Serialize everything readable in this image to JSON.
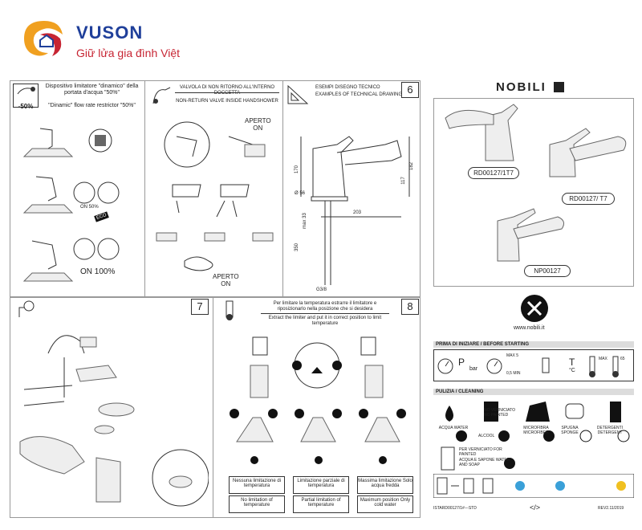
{
  "brand": {
    "name": "VUSON",
    "tagline": "Giữ lửa gia đình Việt",
    "color_primary": "#1f3f9a",
    "color_accent": "#c72533"
  },
  "top_left_panel": {
    "icon_label": "-50%",
    "title_it": "Dispositivo limitatore \"dinamico\" della portata d'acqua \"50%\"",
    "title_en": "\"Dinamic\" flow rate restrictor \"50%\"",
    "on_50": "ON  50%",
    "eco": "ECO",
    "on_100": "ON 100%"
  },
  "valve_panel": {
    "title_it": "VALVOLA DI NON RITORNO ALL'INTERNO DOCCETTA",
    "title_en": "NON-RETURN VALVE INSIDE HANDSHOWER",
    "aperto_on_1": "APERTO\nON",
    "aperto_on_2": "APERTO\nON"
  },
  "tech_panel": {
    "page": "6",
    "title_it": "ESEMPI DISEGNO TECNICO",
    "title_en": "EXAMPLES OF TECHNICAL DRAWING",
    "dims": [
      "170",
      "182",
      "117",
      "Ø 56",
      "203",
      "max 33",
      "350",
      "G3/8"
    ]
  },
  "cover": {
    "logo": "NOBILI",
    "models": [
      "RD00127/1T7",
      "RD00127/ T7",
      "NP00127"
    ],
    "website": "www.nobili.it"
  },
  "page7": {
    "number": "7"
  },
  "page8": {
    "number": "8",
    "note_it": "Per limitare la temperatura estrarre il limitatore e riposizionarlo nella posizione che si desidera",
    "note_en": "Extract the limiter and put it in correct position to limit temperature",
    "options": [
      {
        "it": "Nessuna limitazione di temperatura",
        "en": "No limitation of temperature"
      },
      {
        "it": "Limitazione parziale di temperatura",
        "en": "Partial limitation of temperature"
      },
      {
        "it": "Massima limitazione Solo acqua fredda",
        "en": "Maximum position Only cold water"
      }
    ]
  },
  "before_starting": {
    "header": "PRIMA DI INIZIARE / BEFORE STARTING",
    "items": [
      "P",
      "bar",
      "0,5 MIN",
      "MAX 5",
      "T",
      "°C",
      "MAX",
      "65"
    ]
  },
  "cleaning": {
    "header": "PULIZIA  /  CLEANING",
    "labels": [
      "ACQUA WATER",
      "NO VERNICIATO NO PAINTED",
      "ALCOOL",
      "MICROFIBRA MICROFIBER",
      "SPUGNA SPONGE",
      "DETERGENTI DETERGENT",
      "PER VERNICIATO FOR PAINTED",
      "ACQUA E SAPONE WATER AND SOAP"
    ]
  },
  "footer": {
    "code": "ISTARD00127/1#---STD",
    "rev": "REV2.11/2019"
  }
}
